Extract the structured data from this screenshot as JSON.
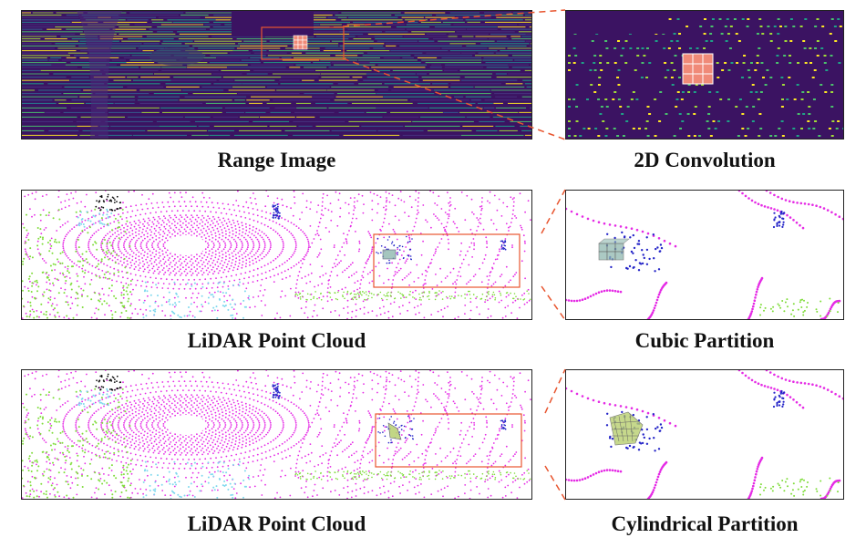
{
  "rows": [
    {
      "left_caption": "Range Image",
      "right_caption": "2D Convolution"
    },
    {
      "left_caption": "LiDAR Point Cloud",
      "right_caption": "Cubic Partition"
    },
    {
      "left_caption": "LiDAR Point Cloud",
      "right_caption": "Cylindrical Partition"
    }
  ],
  "colors": {
    "range_bg": "#3b1362",
    "range_scan_lines": [
      "#46337e",
      "#365c8d",
      "#277f8e",
      "#1fa187",
      "#4ac16d",
      "#a0da39",
      "#fde725"
    ],
    "road_points": "#e52be5",
    "vegetation_points": "#7fdc3a",
    "car_points": "#2626c8",
    "sidewalk_points": "#7fd8ee",
    "building_points": "#111111",
    "zoom_box": "#e8552f",
    "conv_kernel": "#f08a78",
    "cube_voxel": "#8fb8b0",
    "cylinder_voxel": "#b8cf70"
  }
}
